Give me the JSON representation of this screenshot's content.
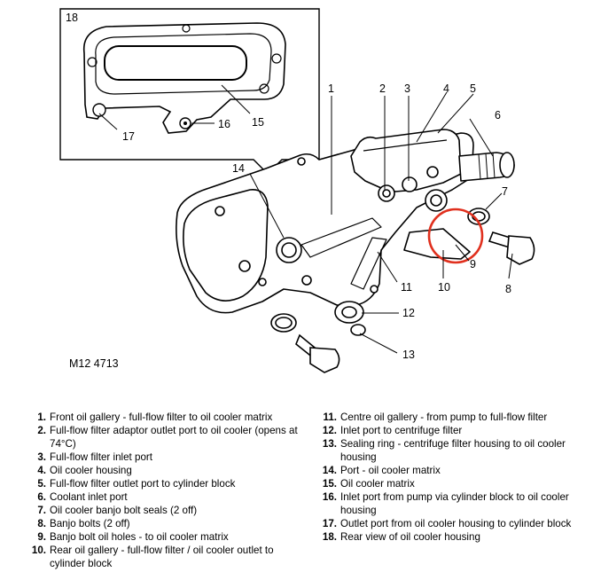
{
  "figure_ref": "M12 4713",
  "inset": {
    "number": "18",
    "callouts": [
      "17",
      "16",
      "15"
    ]
  },
  "callouts": [
    {
      "id": "1"
    },
    {
      "id": "2"
    },
    {
      "id": "3"
    },
    {
      "id": "4"
    },
    {
      "id": "5"
    },
    {
      "id": "6"
    },
    {
      "id": "7"
    },
    {
      "id": "8"
    },
    {
      "id": "9"
    },
    {
      "id": "10"
    },
    {
      "id": "11"
    },
    {
      "id": "12"
    },
    {
      "id": "13"
    },
    {
      "id": "14"
    }
  ],
  "highlight_color": "#e0301e",
  "legend_left": [
    {
      "num": "1.",
      "text": "Front oil gallery - full-flow filter to oil cooler matrix"
    },
    {
      "num": "2.",
      "text": "Full-flow filter adaptor outlet port to oil cooler (opens at 74°C)"
    },
    {
      "num": "3.",
      "text": "Full-flow filter inlet port"
    },
    {
      "num": "4.",
      "text": "Oil cooler housing"
    },
    {
      "num": "5.",
      "text": "Full-flow filter outlet port to cylinder block"
    },
    {
      "num": "6.",
      "text": "Coolant inlet port"
    },
    {
      "num": "7.",
      "text": "Oil cooler banjo bolt seals (2 off)"
    },
    {
      "num": "8.",
      "text": "Banjo bolts (2 off)"
    },
    {
      "num": "9.",
      "text": "Banjo bolt oil holes - to oil cooler matrix"
    },
    {
      "num": "10.",
      "text": "Rear oil gallery - full-flow filter / oil cooler outlet to cylinder block"
    }
  ],
  "legend_right": [
    {
      "num": "11.",
      "text": "Centre oil gallery - from pump to full-flow filter"
    },
    {
      "num": "12.",
      "text": "Inlet port to centrifuge filter"
    },
    {
      "num": "13.",
      "text": "Sealing ring - centrifuge filter housing to oil cooler housing"
    },
    {
      "num": "14.",
      "text": "Port - oil cooler matrix"
    },
    {
      "num": "15.",
      "text": "Oil cooler matrix"
    },
    {
      "num": "16.",
      "text": "Inlet port from pump via cylinder block to oil cooler housing"
    },
    {
      "num": "17.",
      "text": "Outlet port from oil cooler housing to cylinder block"
    },
    {
      "num": "18.",
      "text": "Rear view of oil cooler housing"
    }
  ]
}
